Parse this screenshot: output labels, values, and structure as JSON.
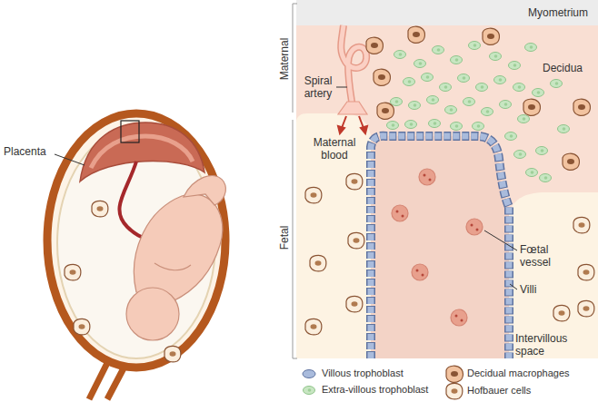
{
  "diagram": {
    "labels": [
      "Placenta",
      "Maternal",
      "Fetal",
      "Myometrium",
      "Decidua",
      "Spiral artery",
      "Maternal blood",
      "Fœtal vessel",
      "Villi",
      "Intervillous space"
    ],
    "legend": [
      {
        "text": "Villous trophoblast"
      },
      {
        "text": "Extra-villous trophoblast"
      },
      {
        "text": "Decidual macrophages"
      },
      {
        "text": "Hofbauer cells"
      }
    ]
  }
}
